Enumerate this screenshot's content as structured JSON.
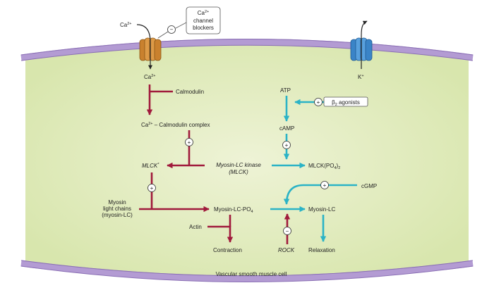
{
  "colors": {
    "cytoplasm": "#e2ecbf",
    "membrane": "#b39bd3",
    "membrane_dark": "#8a6fb4",
    "red_pathway": "#a01a3c",
    "cyan_pathway": "#2bb3c6",
    "ca_channel": "#c9812e",
    "k_channel": "#3a84c7"
  },
  "labels": {
    "ca_out": {
      "main": "Ca",
      "sup": "2+"
    },
    "ca_in": {
      "main": "Ca",
      "sup": "2+"
    },
    "k_in": {
      "main": "K",
      "sup": "+"
    },
    "blockers": {
      "line1_main": "Ca",
      "line1_sup": "2+",
      "line2": "channel",
      "line3": "blockers"
    },
    "calmodulin": "Calmodulin",
    "ca_calmodulin": {
      "pre": "Ca",
      "sup": "2+",
      "post": " – Calmodulin complex"
    },
    "mlck_active": {
      "main": "MLCK",
      "sup": "*"
    },
    "mlc_kinase": {
      "line1": "Myosin-LC kinase",
      "line2": "(MLCK)"
    },
    "atp": "ATP",
    "beta_agonists": {
      "main": "β",
      "sub": "2",
      "rest": " agonists"
    },
    "camp": "cAMP",
    "mlck_po4": {
      "main": "MLCK(PO",
      "sub1": "4",
      "close": ")",
      "sub2": "2"
    },
    "cgmp": "cGMP",
    "myosin_lc_chains": {
      "line1": "Myosin",
      "line2": "light chains",
      "line3": "(myosin-LC)"
    },
    "myosin_lc_po4": {
      "main": "Myosin-LC-PO",
      "sub": "4"
    },
    "myosin_lc": "Myosin-LC",
    "actin": "Actin",
    "contraction": "Contraction",
    "rock": "ROCK",
    "relaxation": "Relaxation",
    "cell": "Vascular smooth muscle cell"
  },
  "signs": {
    "plus": "+",
    "minus": "−"
  }
}
